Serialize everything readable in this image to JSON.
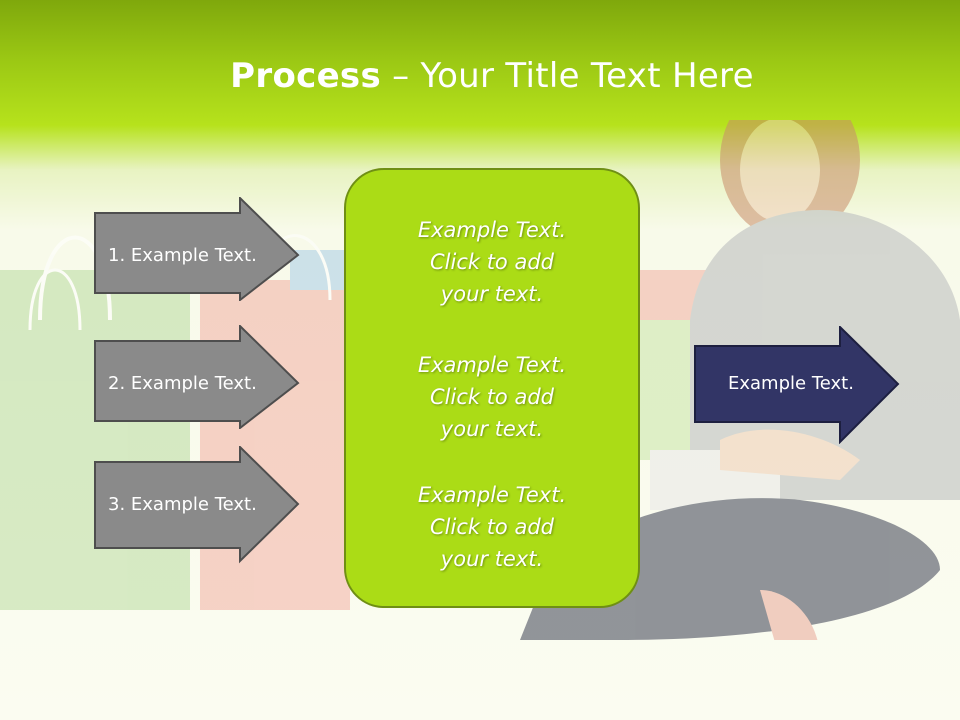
{
  "slide": {
    "title_bold": "Process",
    "title_dash": " – ",
    "title_rest": "Your Title Text Here"
  },
  "left_arrows": [
    {
      "label": "1. Example Text."
    },
    {
      "label": "2. Example Text."
    },
    {
      "label": "3. Example Text."
    }
  ],
  "center_box": {
    "blocks": [
      {
        "line1": "Example Text.",
        "line2": "Click  to add",
        "line3": "your text."
      },
      {
        "line1": "Example Text.",
        "line2": "Click  to add",
        "line3": "your text."
      },
      {
        "line1": "Example Text.",
        "line2": "Click  to add",
        "line3": "your text."
      }
    ]
  },
  "right_arrow": {
    "label": "Example Text."
  },
  "colors": {
    "header_green": "#9bc814",
    "box_green": "#abdc16",
    "arrow_gray": "#8a8a8a",
    "arrow_navy": "#323566"
  }
}
